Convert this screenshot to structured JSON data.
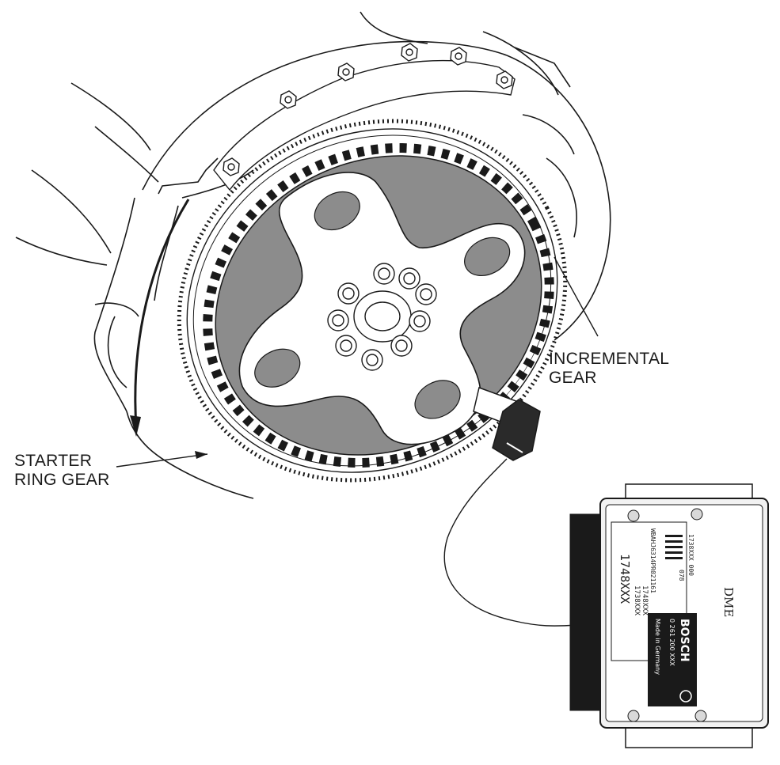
{
  "labels": {
    "incremental_gear": [
      "INCREMENTAL",
      "GEAR"
    ],
    "starter_ring_gear": [
      "STARTER",
      "RING GEAR"
    ]
  },
  "dme_unit": {
    "title": "DME",
    "brand": "BOSCH",
    "part_number": "0 261 200 XXX",
    "origin": "Made in Germany",
    "sticker": {
      "line1": "1738XXX  000",
      "line2": "078",
      "vin": "WBAHJ6314PR021161",
      "line4": "1748XXX",
      "line5": "1738XXX",
      "line6": "1748XXX"
    }
  },
  "colors": {
    "line": "#1a1a1a",
    "shade": "#8c8c8c",
    "background": "#ffffff"
  }
}
